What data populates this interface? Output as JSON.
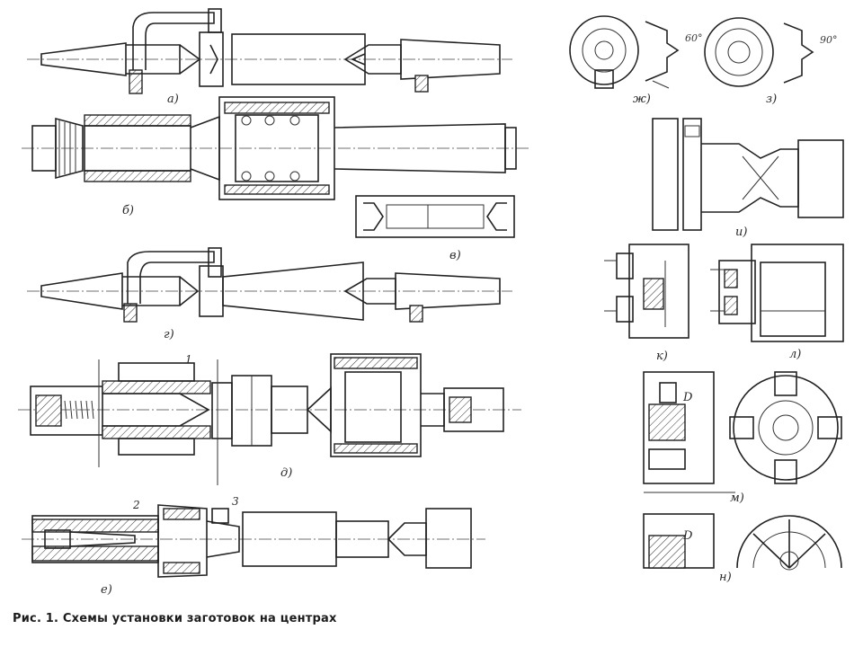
{
  "caption": "Рис. 1. Схемы установки заготовок на центрах",
  "labels": {
    "a": "а)",
    "b": "б)",
    "v": "в)",
    "g": "г)",
    "d": "д)",
    "e": "е)",
    "zh": "ж)",
    "z": "з)",
    "i": "и)",
    "k": "к)",
    "l": "л)",
    "m": "м)",
    "n": "н)"
  },
  "callouts": {
    "one": "1",
    "two": "2",
    "three": "3",
    "d_mark": "D"
  },
  "angles": {
    "a60": "60°",
    "a90": "90°"
  }
}
